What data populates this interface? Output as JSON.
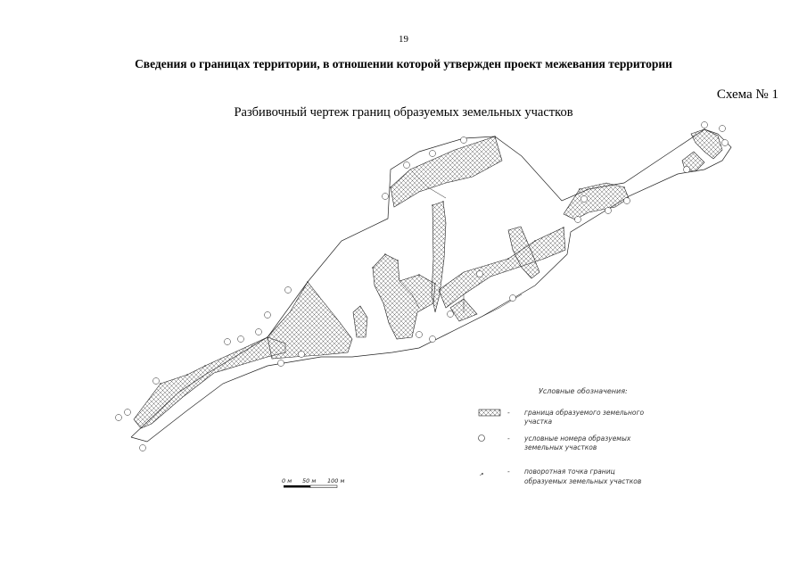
{
  "header": {
    "page_number": "19",
    "title": "Сведения о границах территории, в отношении которой утвержден проект межевания территории",
    "scheme_label": "Схема № 1",
    "drawing_title": "Разбивочный чертеж границ образуемых земельных участков"
  },
  "legend": {
    "heading": "Условные обозначения:",
    "items": [
      {
        "symbol": "hatch",
        "dash": "-",
        "line1": "граница образуемого земельного",
        "line2": "участка"
      },
      {
        "symbol": "circle",
        "dash": "-",
        "line1": "условные номера образуемых",
        "line2": "земельных участков"
      },
      {
        "symbol": "point",
        "dash": "-",
        "line1": "поворотная точка границ",
        "line2": "образуемых земельных участков"
      }
    ]
  },
  "scale_bar": {
    "labels": [
      "0 м",
      "50 м",
      "100 м"
    ]
  },
  "colors": {
    "line": "#222222",
    "hatch": "#555555"
  }
}
